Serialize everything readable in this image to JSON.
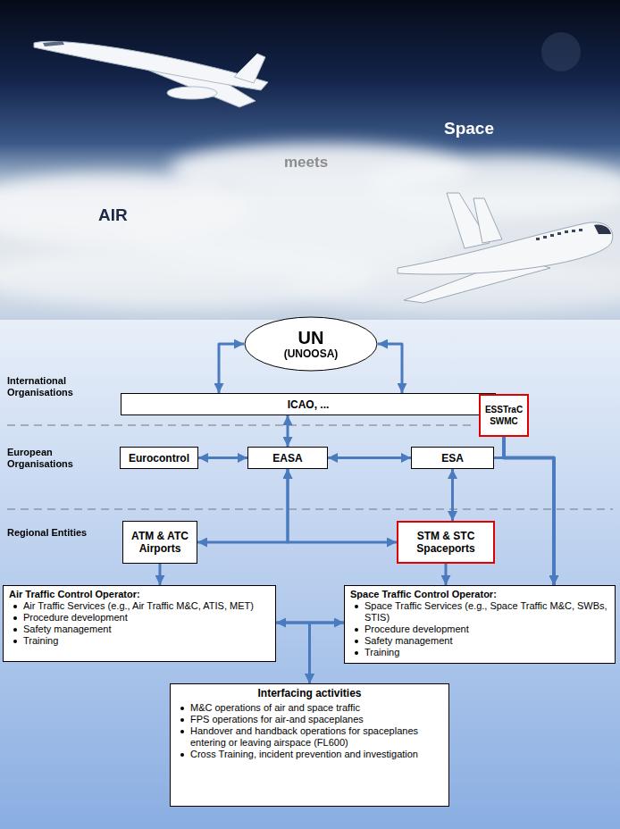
{
  "diagram": {
    "nodes": [
      {
        "text": [
          "UN",
          "(UNOOSA)"
        ]
      },
      {
        "text": [
          "ICAO, ..."
        ]
      },
      {
        "text": [
          "ESSTraC SWMC"
        ]
      },
      {
        "text": [
          "Eurocontrol"
        ]
      },
      {
        "text": [
          "EASA"
        ]
      },
      {
        "text": [
          "ESA"
        ]
      },
      {
        "text": [
          "ATM & ATC Airports"
        ]
      },
      {
        "text": [
          "STM & STC Spaceports"
        ]
      },
      {
        "text": [
          "Air Traffic Control Operator:",
          "Air Traffic Services (e.g., Air Traffic M&C, ATIS, MET)",
          "Procedure development",
          "Safety management",
          "Training"
        ]
      },
      {
        "text": [
          "Space Traffic Control Operator:",
          "Space Traffic Services (e.g., Space Traffic M&C, SWBs, STIS)",
          "Procedure development",
          "Safety management",
          "Training"
        ]
      },
      {
        "text": [
          "Interfacing activities",
          "M&C operations of air and space traffic",
          "FPS operations for air-and spaceplanes",
          "Handover and handback operations for spaceplanes entering or leaving airspace (FL600)",
          "Cross Training, incident prevention and investigation"
        ]
      }
    ],
    "edges": [
      {
        "from": 0,
        "to": 1,
        "arrow": "both"
      },
      {
        "from": 0,
        "to": 1,
        "arrow": "both"
      },
      {
        "from": 1,
        "to": 4,
        "arrow": "both"
      },
      {
        "from": 3,
        "to": 4,
        "arrow": "both"
      },
      {
        "from": 4,
        "to": 5,
        "arrow": "both"
      },
      {
        "from": 4,
        "to": 6,
        "arrow": "both"
      },
      {
        "from": 4,
        "to": 7,
        "arrow": "both"
      },
      {
        "from": 5,
        "to": 7,
        "arrow": "both"
      },
      {
        "from": 5,
        "to": 9,
        "arrow": "to"
      },
      {
        "from": 2,
        "to": 9,
        "arrow": "to"
      },
      {
        "from": 6,
        "to": 8,
        "arrow": "to"
      },
      {
        "from": 7,
        "to": 9,
        "arrow": "to"
      },
      {
        "from": 8,
        "to": 9,
        "arrow": "both"
      },
      {
        "from": 8,
        "to": 10,
        "arrow": "to"
      },
      {
        "from": 9,
        "to": 10,
        "arrow": "to"
      }
    ],
    "labels": [
      "Space",
      "meets",
      "AIR",
      "International Organisations",
      "European Organisations",
      "Regional Entities"
    ]
  }
}
